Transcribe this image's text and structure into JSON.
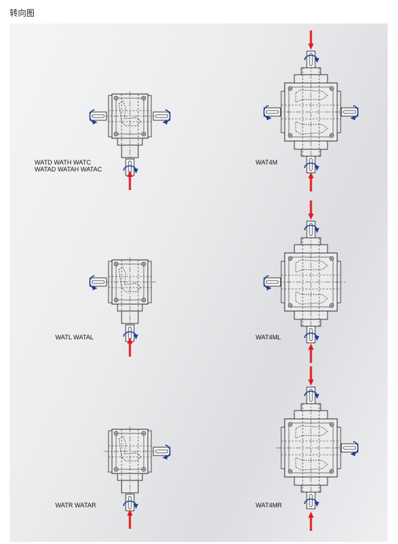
{
  "page": {
    "title": "转向图"
  },
  "labels": {
    "p1": [
      "WATD  WATH  WATC",
      "WATAD  WATAH  WATAC"
    ],
    "p2": "WAT4M",
    "p3": "WATL  WATAL",
    "p4": "WAT4ML",
    "p5": "WATR  WATAR",
    "p6": "WAT4MR"
  },
  "colors": {
    "input_arrow": "#e21b23",
    "rotation_arrow": "#1f3f9a",
    "line": "#222222",
    "housing": "#eaebed"
  }
}
